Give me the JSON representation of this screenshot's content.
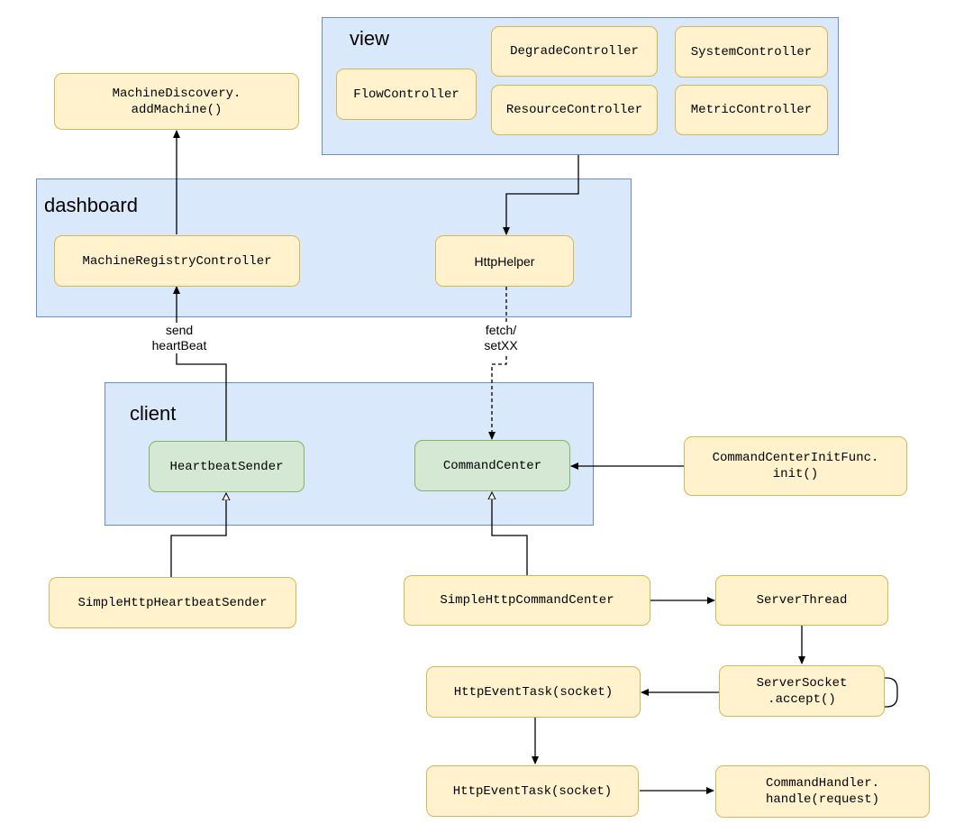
{
  "groups": {
    "view": "view",
    "dashboard": "dashboard",
    "client": "client"
  },
  "nodes": {
    "flow_controller": "FlowController",
    "degrade_controller": "DegradeController",
    "system_controller": "SystemController",
    "resource_controller": "ResourceController",
    "metric_controller": "MetricController",
    "machine_discovery": "MachineDiscovery.\naddMachine()",
    "machine_registry_controller": "MachineRegistryController",
    "http_helper": "HttpHelper",
    "heartbeat_sender": "HeartbeatSender",
    "command_center": "CommandCenter",
    "command_center_init_func": "CommandCenterInitFunc.\ninit()",
    "simple_http_heartbeat_sender": "SimpleHttpHeartbeatSender",
    "simple_http_command_center": "SimpleHttpCommandCenter",
    "server_thread": "ServerThread",
    "server_socket_accept": "ServerSocket\n.accept()",
    "http_event_task_1": "HttpEventTask(socket)",
    "http_event_task_2": "HttpEventTask(socket)",
    "command_handler": "CommandHandler.\nhandle(request)"
  },
  "edge_labels": {
    "send_heartbeat": "send\nheartBeat",
    "fetch_setxx": "fetch/\nsetXX"
  },
  "colors": {
    "group_fill": "#dae8fc",
    "group_stroke": "#6c8ebf",
    "yellow_fill": "#fff2cc",
    "yellow_stroke": "#d6b656",
    "green_fill": "#d5e8d4",
    "green_stroke": "#82b366"
  }
}
